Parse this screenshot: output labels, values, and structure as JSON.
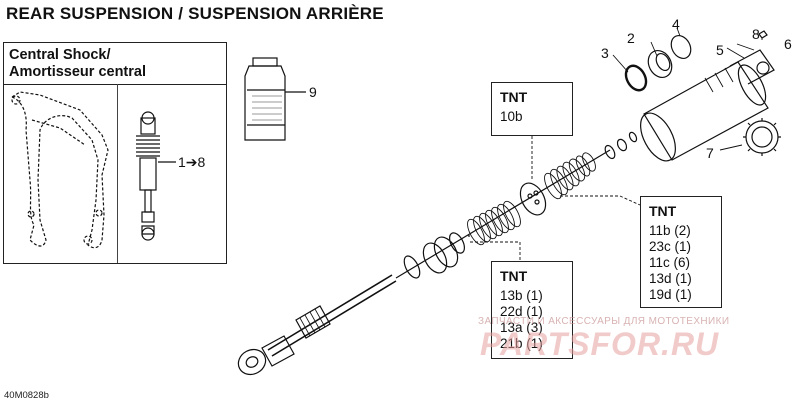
{
  "title": "REAR SUSPENSION / SUSPENSION ARRIÈRE",
  "inset": {
    "title_line1": "Central Shock/",
    "title_line2": "Amortisseur central",
    "callout": "1➔8"
  },
  "callouts": {
    "c2": "2",
    "c3": "3",
    "c4": "4",
    "c5": "5",
    "c6": "6",
    "c7": "7",
    "c8": "8",
    "c9": "9"
  },
  "tnt_boxes": [
    {
      "header": "TNT",
      "rows": [
        "10b"
      ]
    },
    {
      "header": "TNT",
      "rows": [
        "11b (2)",
        "23c (1)",
        "11c (6)",
        "13d (1)",
        "19d (1)"
      ]
    },
    {
      "header": "TNT",
      "rows": [
        "13b (1)",
        "22d (1)",
        "13a (3)",
        "21b (1)"
      ]
    }
  ],
  "watermark": {
    "subtitle": "ЗАПЧАСТИ И АКСЕССУАРЫ ДЛЯ МОТОТЕХНИКИ",
    "logo": "PARTSFOR.RU"
  },
  "footer": "40M0828b"
}
